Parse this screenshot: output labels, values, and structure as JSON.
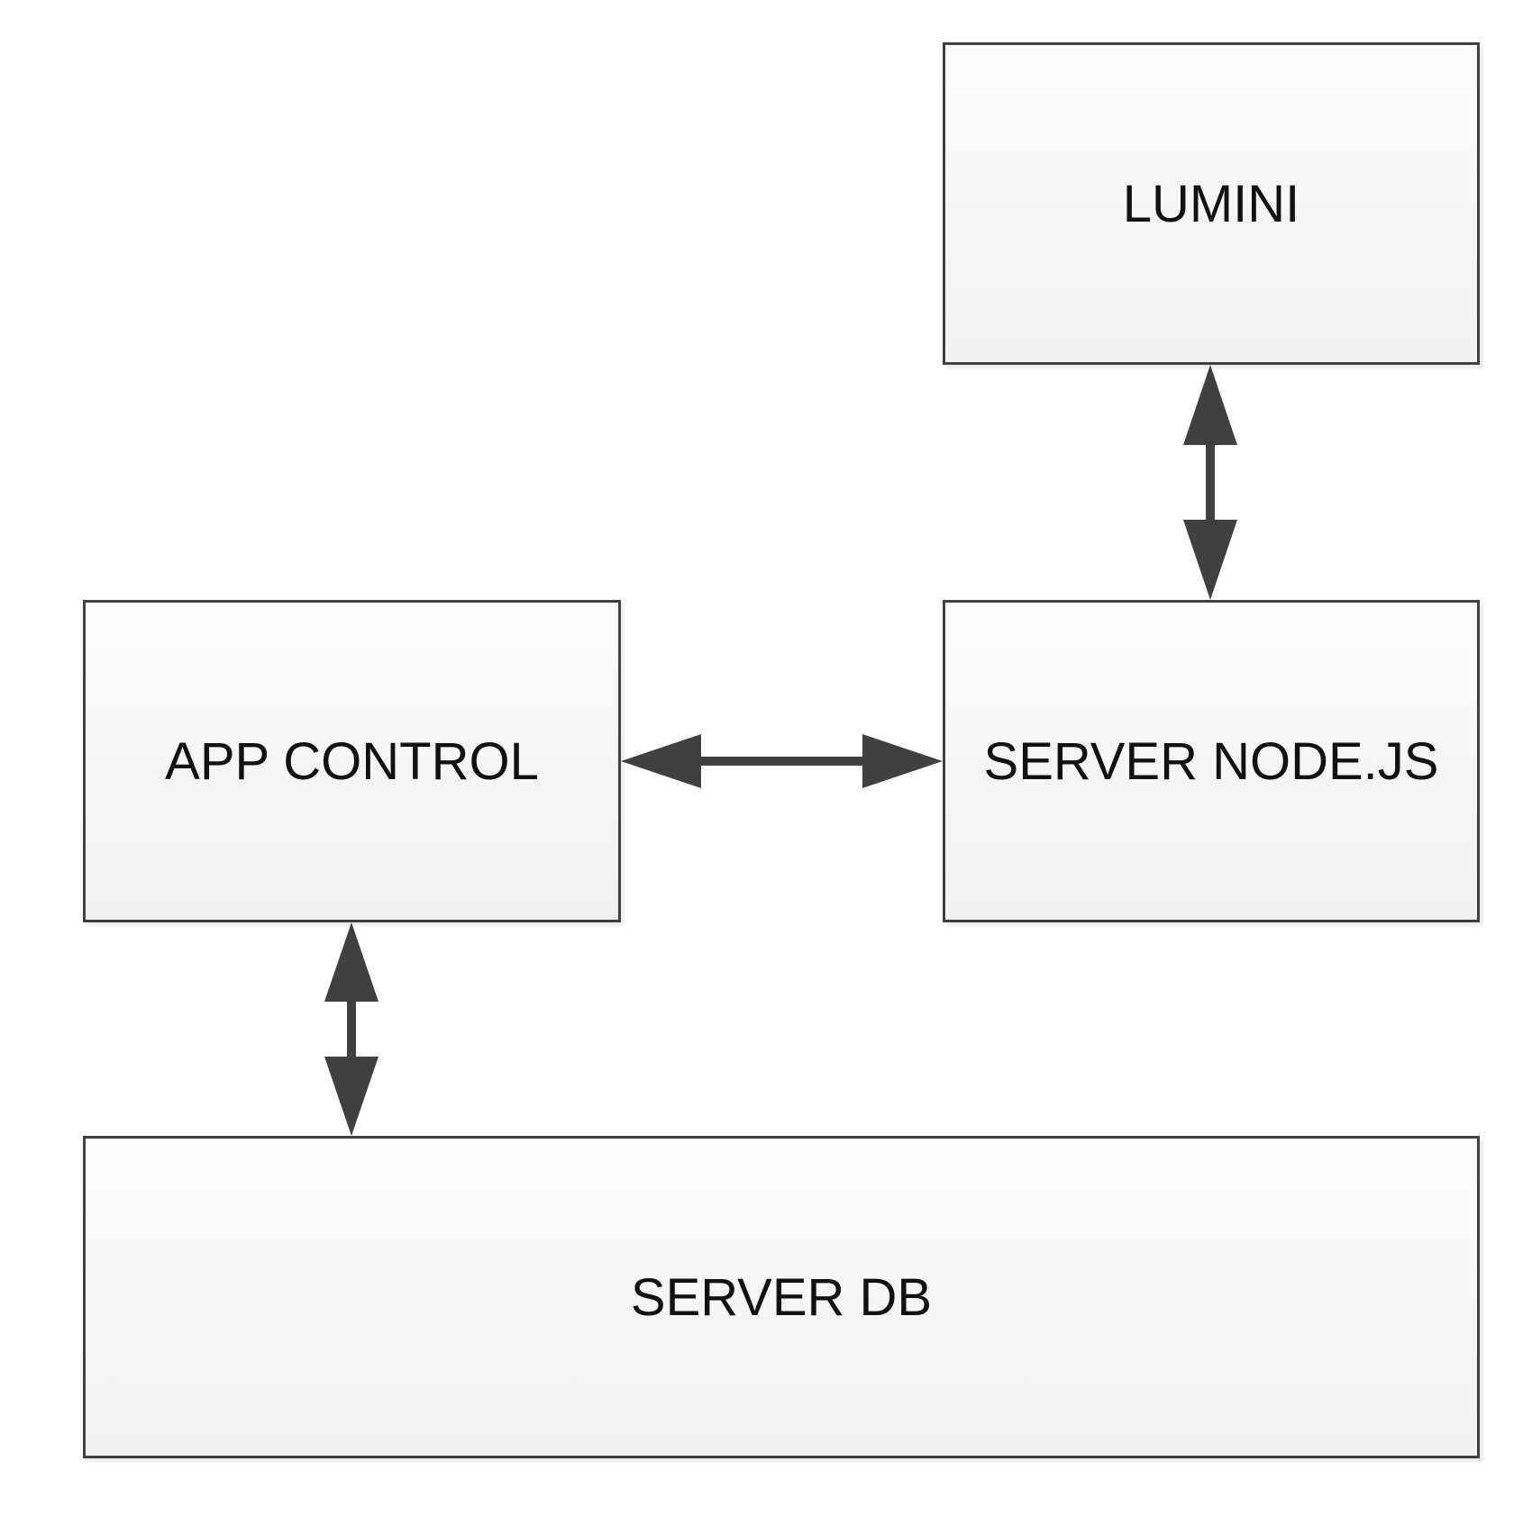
{
  "diagram": {
    "nodes": [
      {
        "id": "lumini",
        "label": "LUMINI"
      },
      {
        "id": "nodejs",
        "label": "SERVER NODE.JS"
      },
      {
        "id": "app",
        "label": "APP CONTROL"
      },
      {
        "id": "db",
        "label": "SERVER DB"
      }
    ],
    "edges": [
      {
        "from": "lumini",
        "to": "nodejs",
        "direction": "bidirectional"
      },
      {
        "from": "app",
        "to": "nodejs",
        "direction": "bidirectional"
      },
      {
        "from": "app",
        "to": "db",
        "direction": "bidirectional"
      }
    ]
  },
  "colors": {
    "border": "#404040",
    "arrow": "#404040",
    "box_fill_top": "#fbfbfb",
    "box_fill_bottom": "#f0f0f0",
    "text": "#111111"
  }
}
